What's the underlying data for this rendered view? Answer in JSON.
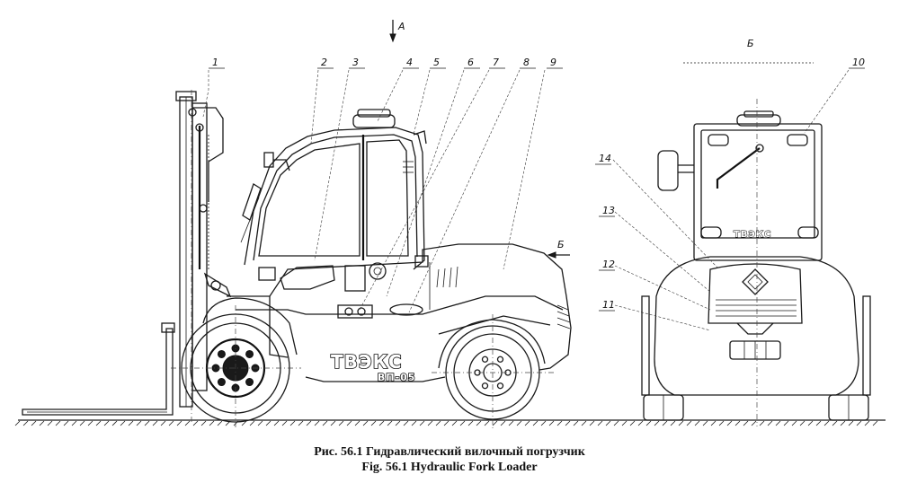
{
  "caption": {
    "ru": "Рис. 56.1  Гидравлический вилочный погрузчик",
    "en": "Fig. 56.1  Hydraulic Fork Loader"
  },
  "view_labels": {
    "arrow_a": "A",
    "arrow_b": "Б",
    "front_view": "Б"
  },
  "brand": {
    "side": "ТВЭКС",
    "model": "ВП-05",
    "front": "ТВЭКС"
  },
  "callouts": [
    "1",
    "2",
    "3",
    "4",
    "5",
    "6",
    "7",
    "8",
    "9",
    "10",
    "11",
    "12",
    "13",
    "14"
  ]
}
